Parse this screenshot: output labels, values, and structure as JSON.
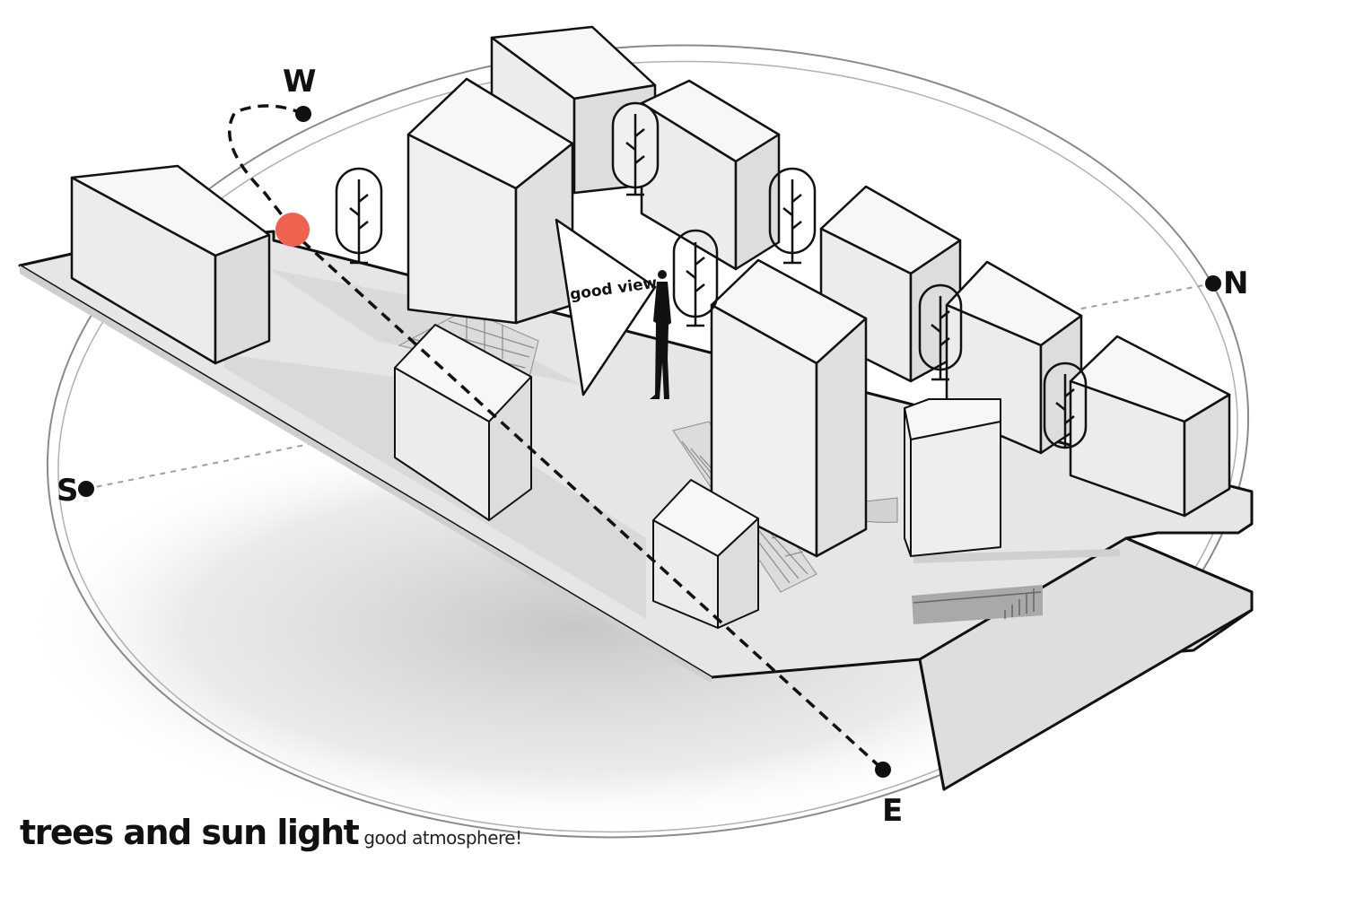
{
  "diagram": {
    "compass": {
      "west": "W",
      "north": "N",
      "south": "S",
      "east": "E"
    },
    "view_label": "good view",
    "caption": {
      "title": "trees and sun light",
      "subtitle": "good atmosphere!"
    },
    "colors": {
      "sun": "#f0624d",
      "outline": "#111111",
      "building_light": "#f7f7f7",
      "building_mid": "#ececec",
      "building_dark": "#dedede",
      "ground": "#e9e9e9",
      "orbit": "#888888"
    }
  }
}
